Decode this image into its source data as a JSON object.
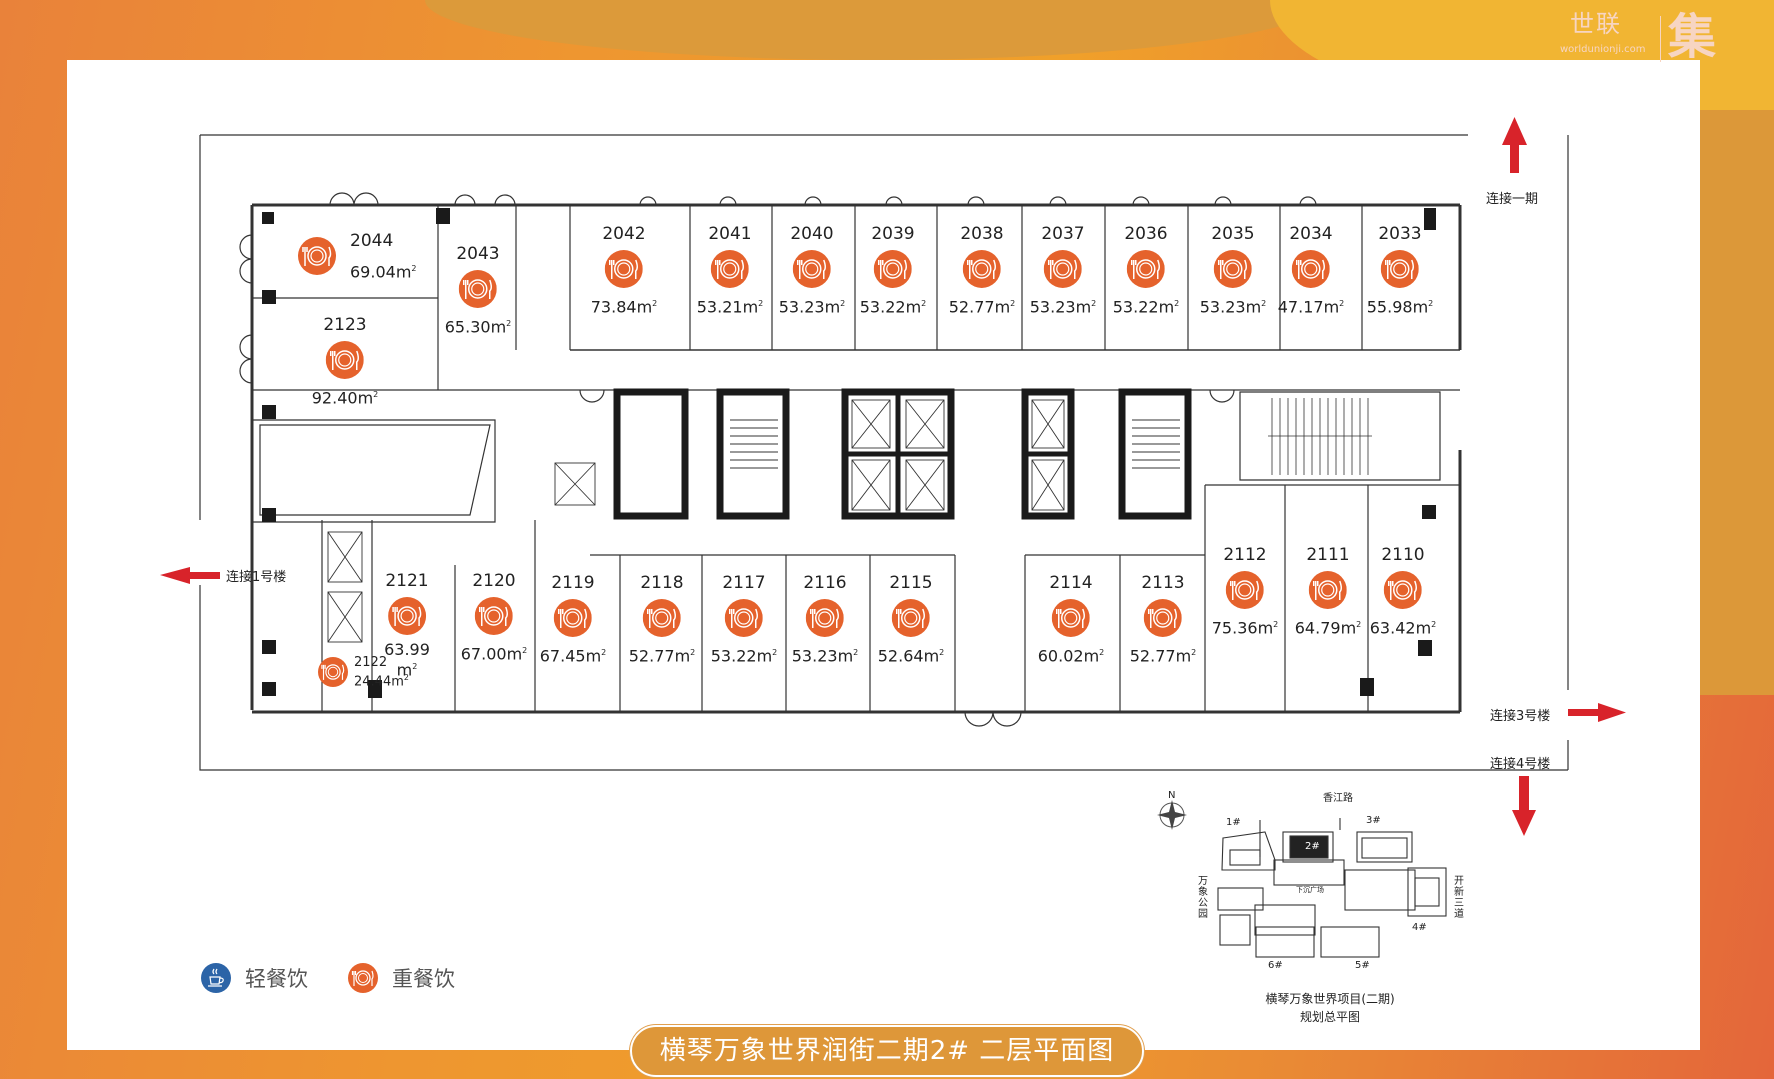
{
  "brand": {
    "name_cn": "世联",
    "url": "worldunionji.com",
    "mark": "集"
  },
  "title": "横琴万象世界润街二期2#  二层平面图",
  "colors": {
    "heavy_dining": "#e5622c",
    "light_dining": "#2c64a7",
    "arrow": "#d8232a",
    "title_pill": "#de9739"
  },
  "connections": {
    "phase1": "连接一期",
    "building1": "连接1号楼",
    "building3": "连接3号楼",
    "building4": "连接4号楼"
  },
  "legend": [
    {
      "icon": "coffee-cup-icon",
      "label": "轻餐饮",
      "color": "#2c64a7"
    },
    {
      "icon": "plate-cutlery-icon",
      "label": "重餐饮",
      "color": "#e5622c"
    }
  ],
  "units_top": [
    {
      "id": "2044",
      "area": "69.04",
      "type": "heavy"
    },
    {
      "id": "2043",
      "area": "65.30",
      "type": "heavy"
    },
    {
      "id": "2123",
      "area": "92.40",
      "type": "heavy"
    },
    {
      "id": "2042",
      "area": "73.84",
      "type": "heavy"
    },
    {
      "id": "2041",
      "area": "53.21",
      "type": "heavy"
    },
    {
      "id": "2040",
      "area": "53.23",
      "type": "heavy"
    },
    {
      "id": "2039",
      "area": "53.22",
      "type": "heavy"
    },
    {
      "id": "2038",
      "area": "52.77",
      "type": "heavy"
    },
    {
      "id": "2037",
      "area": "53.23",
      "type": "heavy"
    },
    {
      "id": "2036",
      "area": "53.22",
      "type": "heavy"
    },
    {
      "id": "2035",
      "area": "53.23",
      "type": "heavy"
    },
    {
      "id": "2034",
      "area": "47.17",
      "type": "heavy"
    },
    {
      "id": "2033",
      "area": "55.98",
      "type": "heavy"
    }
  ],
  "units_bottom": [
    {
      "id": "2122",
      "area": "24.44",
      "type": "heavy"
    },
    {
      "id": "2121",
      "area": "63.99",
      "type": "heavy"
    },
    {
      "id": "2120",
      "area": "67.00",
      "type": "heavy"
    },
    {
      "id": "2119",
      "area": "67.45",
      "type": "heavy"
    },
    {
      "id": "2118",
      "area": "52.77",
      "type": "heavy"
    },
    {
      "id": "2117",
      "area": "53.22",
      "type": "heavy"
    },
    {
      "id": "2116",
      "area": "53.23",
      "type": "heavy"
    },
    {
      "id": "2115",
      "area": "52.64",
      "type": "heavy"
    },
    {
      "id": "2114",
      "area": "60.02",
      "type": "heavy"
    },
    {
      "id": "2113",
      "area": "52.77",
      "type": "heavy"
    },
    {
      "id": "2112",
      "area": "75.36",
      "type": "heavy"
    },
    {
      "id": "2111",
      "area": "64.79",
      "type": "heavy"
    },
    {
      "id": "2110",
      "area": "63.42",
      "type": "heavy"
    }
  ],
  "area_unit": "m",
  "area_unit_sup": "2",
  "site_plan": {
    "title_line1": "横琴万象世界项目(二期)",
    "title_line2": "规划总平图",
    "north": "N",
    "road_top": "香江路",
    "road_left": "万象公园",
    "road_right": "开新三道",
    "plaza": "下沉广场",
    "buildings": [
      "1#",
      "2#",
      "3#",
      "4#",
      "5#",
      "6#"
    ]
  }
}
